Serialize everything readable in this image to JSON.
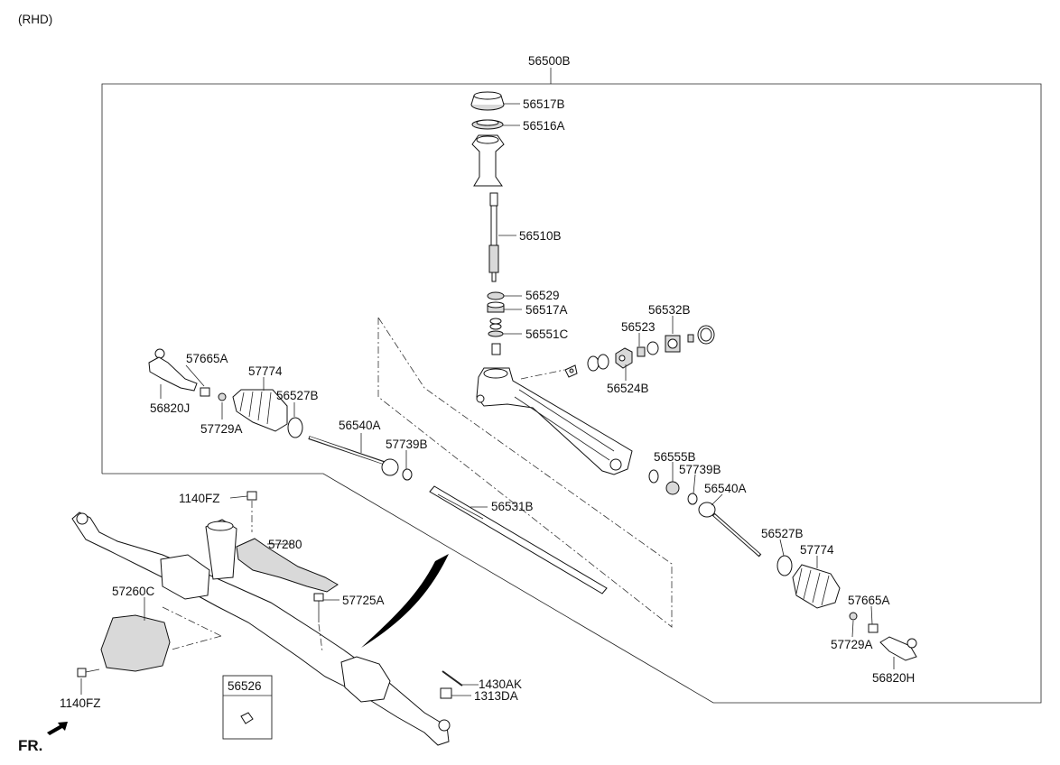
{
  "header": {
    "variant": "(RHD)"
  },
  "assembly_label": "56500B",
  "direction": {
    "label": "FR."
  },
  "callouts": {
    "p56517B": "56517B",
    "p56516A": "56516A",
    "p56510B": "56510B",
    "p56529": "56529",
    "p56517A": "56517A",
    "p56551C": "56551C",
    "p56523": "56523",
    "p56532B": "56532B",
    "p56524B": "56524B",
    "p57665A_l": "57665A",
    "p57774_l": "57774",
    "p56527B_l": "56527B",
    "p56820J": "56820J",
    "p57729A_l": "57729A",
    "p56540A_l": "56540A",
    "p57739B_l": "57739B",
    "p56531B": "56531B",
    "p56555B": "56555B",
    "p57739B_r": "57739B",
    "p56540A_r": "56540A",
    "p56527B_r": "56527B",
    "p57774_r": "57774",
    "p57665A_r": "57665A",
    "p57729A_r": "57729A",
    "p56820H": "56820H",
    "p1140FZ_t": "1140FZ",
    "p57280": "57280",
    "p57260C": "57260C",
    "p57725A": "57725A",
    "p1140FZ_b": "1140FZ",
    "p1430AK": "1430AK",
    "p1313DA": "1313DA",
    "p56526": "56526"
  }
}
